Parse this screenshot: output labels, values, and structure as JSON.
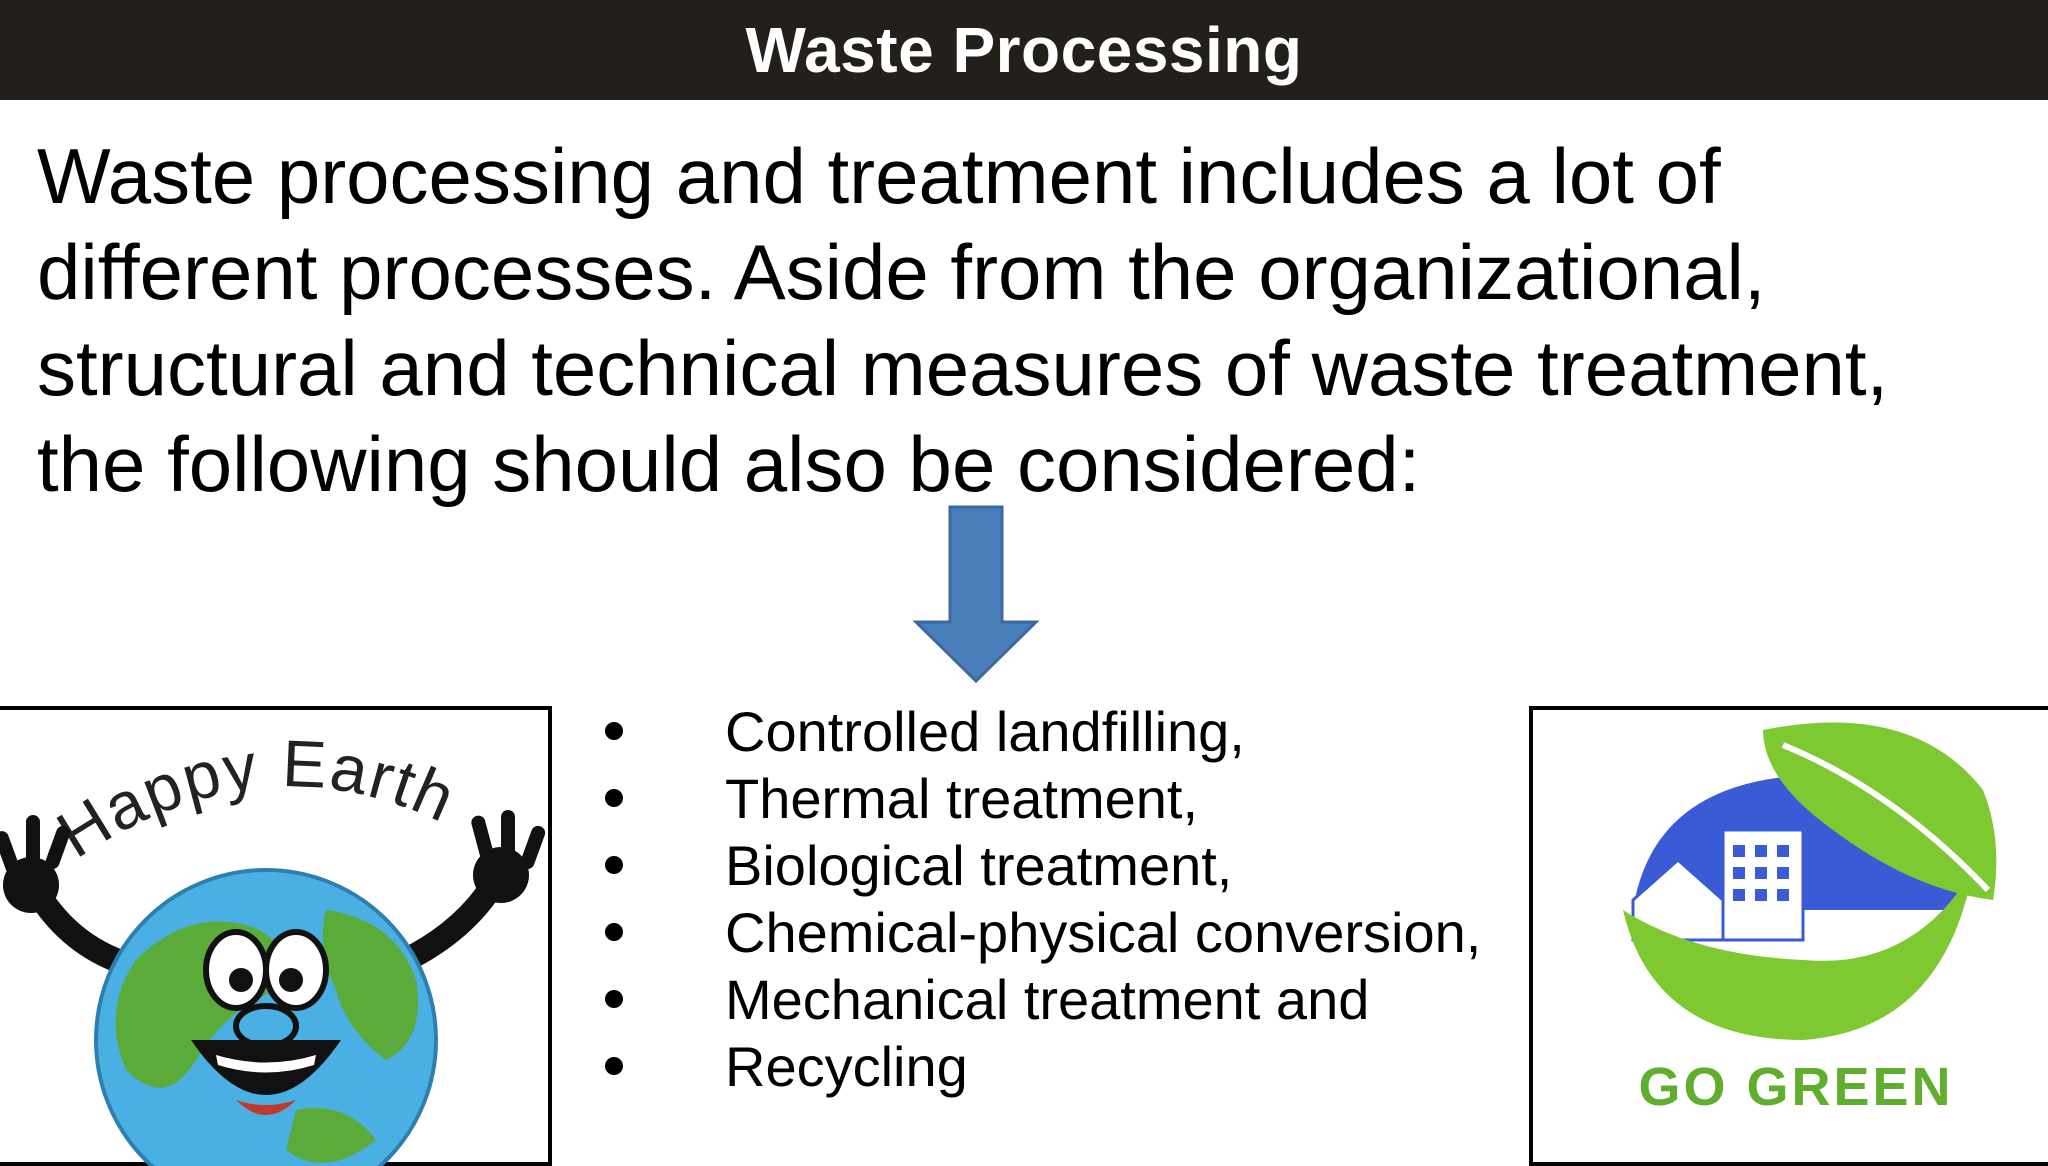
{
  "slide": {
    "title": "Waste Processing",
    "intro_text": "Waste processing and treatment includes a lot of different processes. Aside from the organizational, structural and technical measures of waste treatment, the following should also be considered:",
    "bullets": [
      "Controlled landfilling,",
      "Thermal treatment,",
      "Biological treatment,",
      "Chemical-physical conversion,",
      "Mechanical treatment and",
      "Recycling"
    ]
  },
  "images": {
    "left": {
      "caption": "Happy Earth",
      "icon": "happy-earth-icon"
    },
    "right": {
      "caption": "GO GREEN",
      "icon": "go-green-logo-icon"
    }
  },
  "colors": {
    "title_bar": "#231f1a",
    "arrow": "#4a7ebb",
    "ocean": "#4ab0e4",
    "land": "#5bab3a",
    "leaf_green": "#7ec832",
    "sky_blue": "#3b5ad6"
  }
}
